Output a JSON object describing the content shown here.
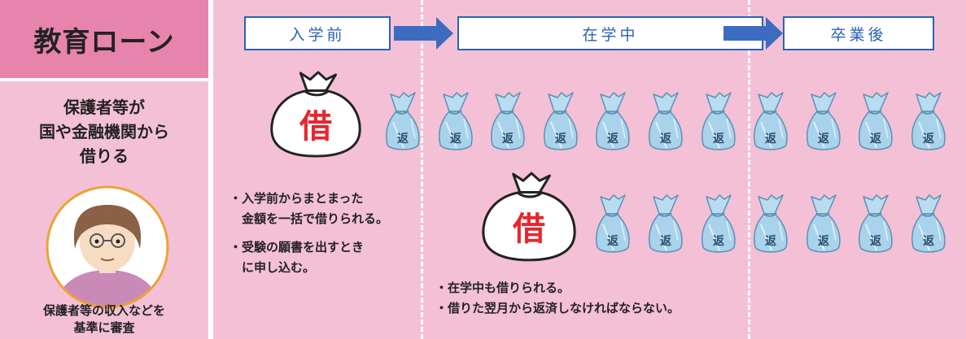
{
  "title": "教育ローン",
  "description_lines": [
    "保護者等が",
    "国や金融機関から",
    "借りる"
  ],
  "criteria_lines": [
    "保護者等の収入などを",
    "基準に審査"
  ],
  "phases": [
    "入学前",
    "在学中",
    "卒業後"
  ],
  "borrow_label": "借",
  "repay_label": "返",
  "notes": {
    "before_admission": [
      "・入学前からまとまった",
      "　金額を一括で借りられる。",
      "・受験の願書を出すとき",
      "　に申し込む。"
    ],
    "during_study": [
      "・在学中も借りられる。",
      "・借りた翌月から返済しなければならない。"
    ]
  },
  "colors": {
    "title_bg": "#e684ac",
    "panel_bg": "#f4c0d6",
    "phase_blue": "#2a63b4",
    "borrow_red": "#e8262f",
    "repay_bag": "#a9d3ea"
  },
  "icons": [
    "person-avatar-icon",
    "money-bag-borrow-icon",
    "money-bag-repay-icon",
    "arrow-right-icon"
  ]
}
